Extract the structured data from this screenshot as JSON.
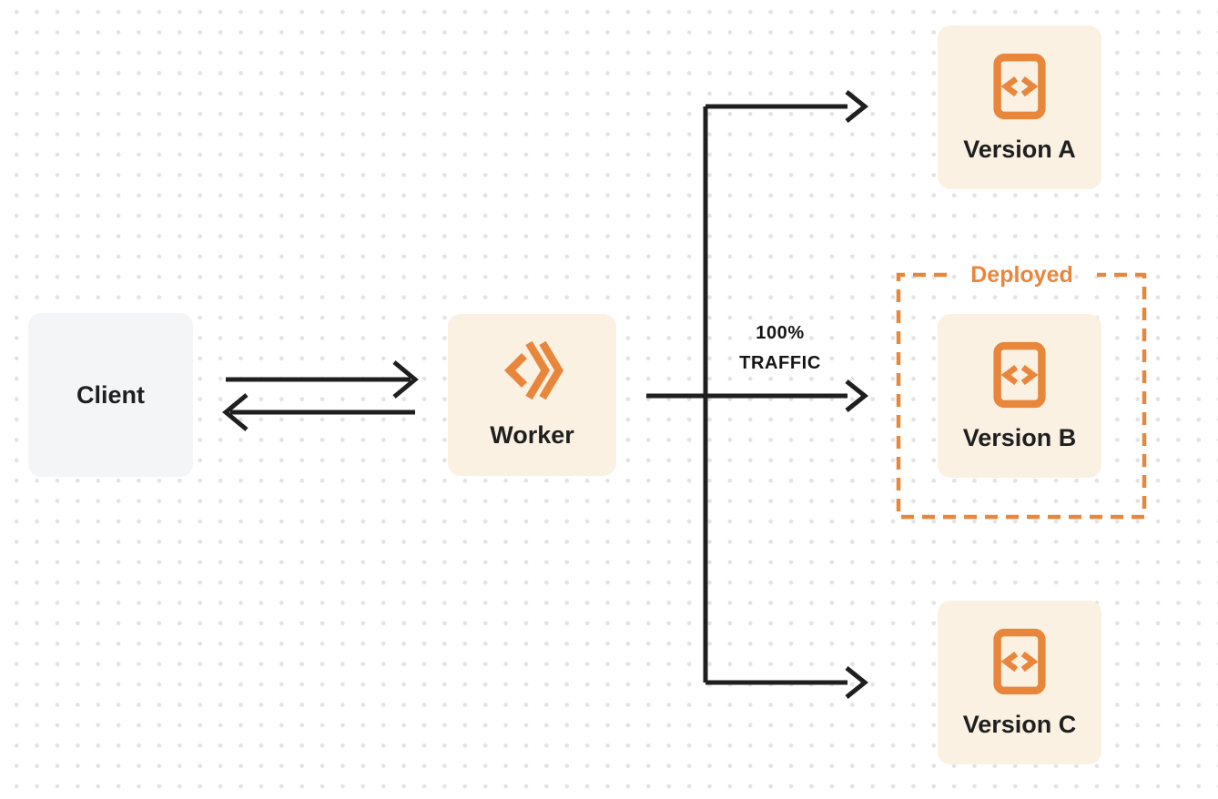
{
  "title": "Worker version traffic deployment diagram",
  "colors": {
    "accent_orange": "#E8873C",
    "node_cream": "#FAF1E3",
    "node_gray": "#F4F5F6",
    "line_black": "#1F1F1F",
    "dot_grid": "#E3E3E3"
  },
  "nodes": {
    "client": {
      "label": "Client"
    },
    "worker": {
      "label": "Worker",
      "icon": "cloudflare-workers-logo"
    },
    "versions": [
      {
        "label": "Version A",
        "icon": "code-file-icon"
      },
      {
        "label": "Version B",
        "icon": "code-file-icon",
        "deployed": true
      },
      {
        "label": "Version C",
        "icon": "code-file-icon"
      }
    ]
  },
  "annotations": {
    "deployed_label": "Deployed",
    "traffic_line1": "100%",
    "traffic_line2": "TRAFFIC"
  },
  "edges": [
    {
      "from": "client",
      "to": "worker",
      "direction": "right"
    },
    {
      "from": "worker",
      "to": "client",
      "direction": "left"
    },
    {
      "from": "worker",
      "to": "version-a"
    },
    {
      "from": "worker",
      "to": "version-b",
      "label": "100% TRAFFIC"
    },
    {
      "from": "worker",
      "to": "version-c"
    }
  ]
}
